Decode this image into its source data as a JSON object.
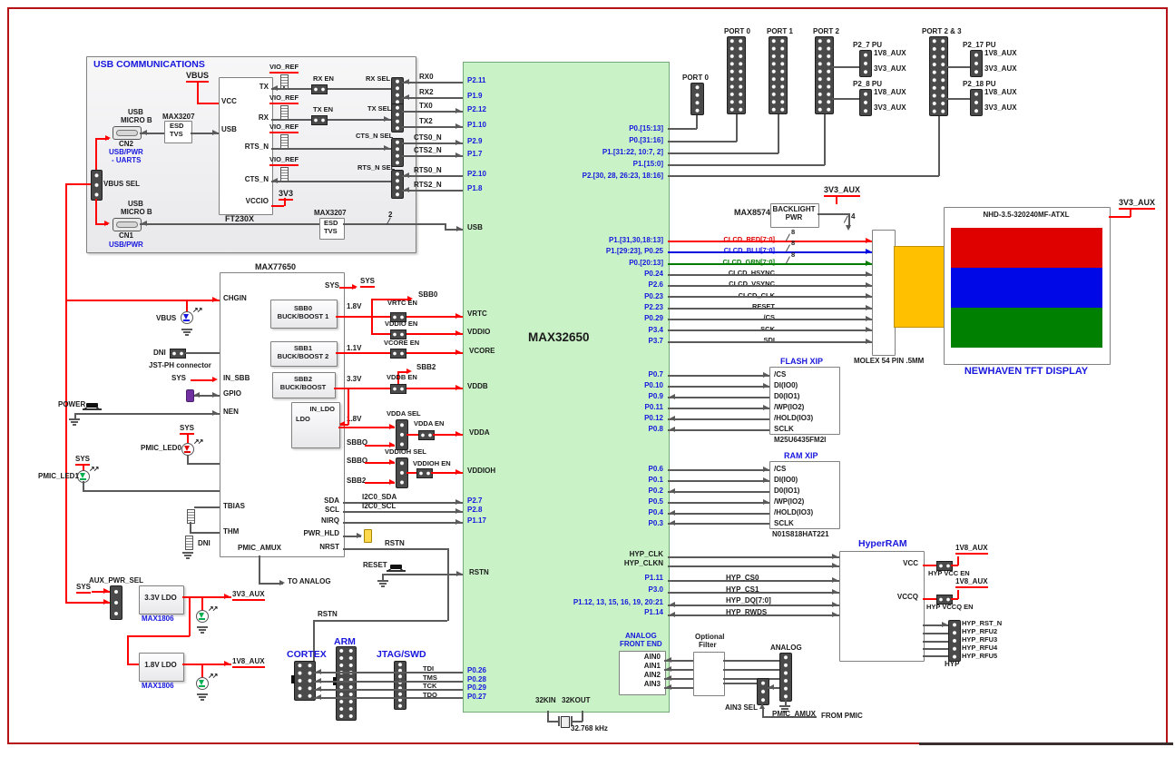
{
  "usb": {
    "title": "USB COMMUNICATIONS",
    "vbus": "VBUS",
    "vcc": "VCC",
    "usb_pin": "USB",
    "tx": "TX",
    "rx": "RX",
    "rts": "RTS_N",
    "cts": "CTS_N",
    "vccio": "VCCIO",
    "v33": "3V3",
    "ft": "FT230X",
    "esd_part": "MAX3207",
    "esd1": "ESD",
    "esd2": "TVS",
    "micro1": "USB",
    "micro2": "MICRO B",
    "cn2": "CN2",
    "cn2_use1": "USB/PWR",
    "cn2_use2": "- UARTS",
    "cn1": "CN1",
    "cn1_use": "USB/PWR",
    "vbus_sel": "VBUS SEL",
    "vio_ref": "VIO_REF",
    "rx_en": "RX EN",
    "tx_en": "TX EN",
    "rx_sel": "RX SEL",
    "tx_sel": "TX SEL",
    "cts_sel": "CTS_N SEL",
    "rts_sel": "RTS_N SEL",
    "two": "2",
    "sig": [
      "RX0",
      "RX2",
      "TX0",
      "TX2",
      "CTS0_N",
      "CTS2_N",
      "RTS0_N",
      "RTS2_N"
    ]
  },
  "chip": {
    "name": "MAX32650",
    "uart_pins": [
      "P2.11",
      "P1.9",
      "P2.12",
      "P1.10",
      "P2.9",
      "P1.7",
      "P2.10",
      "P1.8"
    ],
    "usb": "USB",
    "pwr_pins": [
      "VRTC",
      "VDDIO",
      "VCORE",
      "VDDB",
      "VDDA",
      "VDDIOH"
    ],
    "i2c_pins": [
      "P2.7",
      "P2.8",
      "P1.17"
    ],
    "rstn": "RSTN",
    "jtag_pins": [
      "P0.26",
      "P0.28",
      "P0.29",
      "P0.27"
    ],
    "xtal1": "32KIN",
    "xtal2": "32KOUT",
    "bus_pins": [
      "P0.[15:13]",
      "P0.[31:16]",
      "P1.[31:22, 10:7, 2]",
      "P1.[15:0]",
      "P2.[30, 28, 26:23, 18:16]"
    ],
    "clcd_pins": [
      "P1.[31,30,18:13]",
      "P1.[29:23], P0.25",
      "P0.[20:13]",
      "P0.24",
      "P2.6",
      "P0.23",
      "P2.23",
      "P0.29",
      "P3.4",
      "P3.7"
    ],
    "flash_pins": [
      "P0.7",
      "P0.10",
      "P0.9",
      "P0.11",
      "P0.12",
      "P0.8"
    ],
    "ram_pins": [
      "P0.6",
      "P0.1",
      "P0.2",
      "P0.5",
      "P0.4",
      "P0.3"
    ],
    "hyp_pins": [
      "HYP_CLK",
      "HYP_CLKN",
      "P1.11",
      "P3.0",
      "P1.12, 13, 15, 16, 19, 20:21",
      "P1.14"
    ],
    "afe1": "ANALOG",
    "afe2": "FRONT END",
    "afe_pins": [
      "AIN0",
      "AIN1",
      "AIN2",
      "AIN3"
    ]
  },
  "xtal": {
    "freq": "32.768 kHz"
  },
  "ports": {
    "p0s": "PORT 0",
    "p0": "PORT 0",
    "p1": "PORT 1",
    "p2": "PORT 2",
    "p23": "PORT 2 & 3",
    "pu": [
      {
        "name": "P2_7 PU",
        "v1": "1V8_AUX",
        "v2": "3V3_AUX"
      },
      {
        "name": "P2_8 PU",
        "v1": "1V8_AUX",
        "v2": "3V3_AUX"
      },
      {
        "name": "P2_17 PU",
        "v1": "1V8_AUX",
        "v2": "3V3_AUX"
      },
      {
        "name": "P2_18 PU",
        "v1": "1V8_AUX",
        "v2": "3V3_AUX"
      }
    ]
  },
  "disp": {
    "drv": "MAX8574",
    "bl1": "BACKLIGHT",
    "bl2": "PWR",
    "v33": "3V3_AUX",
    "four": "4",
    "eight": "8",
    "sigs": [
      "CLCD_RED[7:0]",
      "CLCD_BLU[7:0]",
      "CLCD_GRN[7:0]",
      "CLCD_HSYNC",
      "CLCD_VSYNC",
      "CLCD_CLK",
      "RESET",
      "/CS",
      "SCK",
      "SDI"
    ],
    "molex": "MOLEX 54 PIN .5MM",
    "part": "NHD-3.5-320240MF-ATXL",
    "name": "NEWHAVEN TFT DISPLAY",
    "v33r": "3V3_AUX"
  },
  "flash": {
    "title": "FLASH XIP",
    "pins": [
      "/CS",
      "DI(IO0)",
      "D0(IO1)",
      "/WP(IO2)",
      "/HOLD(IO3)",
      "SCLK"
    ],
    "part": "M25U6435FM2I"
  },
  "ram": {
    "title": "RAM XIP",
    "pins": [
      "/CS",
      "DI(IO0)",
      "D0(IO1)",
      "/WP(IO2)",
      "/HOLD(IO3)",
      "SCLK"
    ],
    "part": "N01S818HAT221"
  },
  "hyp": {
    "title": "HyperRAM",
    "vcc": "VCC",
    "vccq": "VCCQ",
    "vcc_en": "HYP VCC EN",
    "vccq_en": "HYP VCCQ EN",
    "v18a": "1V8_AUX",
    "v18b": "1V8_AUX",
    "hdr": "HYP",
    "sigs": [
      "HYP_RST_N",
      "HYP_RFU2",
      "HYP_RFU3",
      "HYP_RFU4",
      "HYP_RFU5"
    ],
    "wires": [
      "HYP_CS0",
      "HYP_CS1",
      "HYP_DQ[7:0]",
      "HYP_RWDS"
    ]
  },
  "pmic": {
    "name": "MAX77650",
    "chgin": "CHGIN",
    "in_sbb": "IN_SBB",
    "gpio": "GPIO",
    "nen": "NEN",
    "tbias": "TBIAS",
    "thm": "THM",
    "sys_pin": "SYS",
    "sda": "SDA",
    "scl": "SCL",
    "nirq": "NIRQ",
    "pwr_hld": "PWR_HLD",
    "nrst": "NRST",
    "amux": "PMIC_AMUX",
    "sbb0a": "SBB0",
    "sbb0b": "BUCK/BOOST 1",
    "sbb1a": "SBB1",
    "sbb1b": "BUCK/BOOST 2",
    "sbb2a": "SBB2",
    "sbb2b": "BUCK/BOOST",
    "ldoa": "IN_LDO",
    "ldob": "LDO",
    "v18": "1.8V",
    "v11": "1.1V",
    "v33": "3.3V",
    "v18_ldo": "1.8V",
    "sys_net": "SYS",
    "sbb0_net": "SBB0",
    "sbb2_net": "SBB2",
    "vrtc_en": "VRTC EN",
    "vddio_en": "VDDIO EN",
    "vcore_en": "VCORE EN",
    "vddb_en": "VDDB EN",
    "vdda_sel": "VDDA SEL",
    "vdda_en": "VDDA EN",
    "vddioh_sel": "VDDIOH SEL",
    "vddioh_en": "VDDIOH EN",
    "sbbo1": "SBBO",
    "sbbo2": "SBBO",
    "sbb2_in": "SBB2",
    "i2c_sda": "I2C0_SDA",
    "i2c_scl": "I2C0_SCL",
    "rstn": "RSTN",
    "reset": "RESET",
    "to_analog": "TO ANALOG",
    "vbus_led": "VBUS",
    "dni1": "DNI",
    "jst": "JST-PH connector",
    "sys_in": "SYS",
    "power": "POWER",
    "sys_l0": "SYS",
    "led0": "PMIC_LED0",
    "sys_l1": "SYS",
    "led1": "PMIC_LED1",
    "dni2": "DNI"
  },
  "aux": {
    "sel": "AUX_PWR_SEL",
    "sys": "SYS",
    "ldo33": "3.3V LDO",
    "part1": "MAX1806",
    "out33": "3V3_AUX",
    "ldo18": "1.8V LDO",
    "part2": "MAX1806",
    "out18": "1V8_AUX"
  },
  "dbg": {
    "cortex": "CORTEX",
    "arm": "ARM",
    "jtag": "JTAG/SWD",
    "sigs": [
      "TDI",
      "TMS",
      "TCK",
      "TDO"
    ],
    "rstn": "RSTN"
  },
  "ana": {
    "opt1": "Optional",
    "opt2": "Filter",
    "hdr": "ANALOG",
    "ain3": "AIN3 SEL",
    "amux": "PMIC_AMUX",
    "from": "FROM PMIC"
  }
}
